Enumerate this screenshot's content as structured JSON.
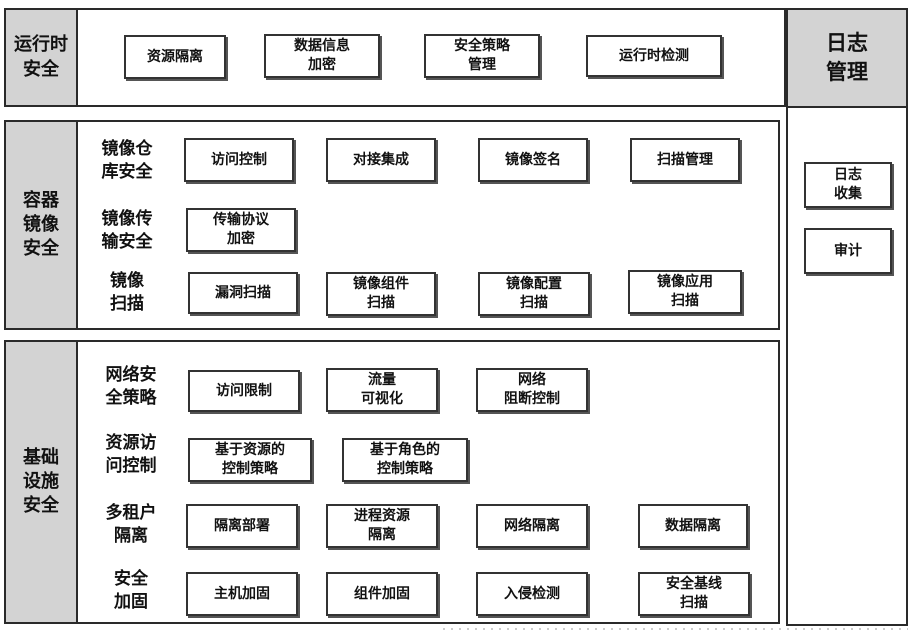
{
  "runtime": {
    "label": "运行时\n安全",
    "items": [
      "资源隔离",
      "数据信息\n加密",
      "安全策略\n管理",
      "运行时检测"
    ]
  },
  "container": {
    "label": "容器\n镜像\n安全",
    "groups": [
      {
        "label": "镜像仓\n库安全",
        "items": [
          "访问控制",
          "对接集成",
          "镜像签名",
          "扫描管理"
        ]
      },
      {
        "label": "镜像传\n输安全",
        "items": [
          "传输协议\n加密"
        ]
      },
      {
        "label": "镜像\n扫描",
        "items": [
          "漏洞扫描",
          "镜像组件\n扫描",
          "镜像配置\n扫描",
          "镜像应用\n扫描"
        ]
      }
    ]
  },
  "infra": {
    "label": "基础\n设施\n安全",
    "groups": [
      {
        "label": "网络安\n全策略",
        "items": [
          "访问限制",
          "流量\n可视化",
          "网络\n阻断控制"
        ]
      },
      {
        "label": "资源访\n问控制",
        "items": [
          "基于资源的\n控制策略",
          "基于角色的\n控制策略"
        ]
      },
      {
        "label": "多租户\n隔离",
        "items": [
          "隔离部署",
          "进程资源\n隔离",
          "网络隔离",
          "数据隔离"
        ]
      },
      {
        "label": "安全\n加固",
        "items": [
          "主机加固",
          "组件加固",
          "入侵检测",
          "安全基线\n扫描"
        ]
      }
    ]
  },
  "log": {
    "title": "日志\n管理",
    "items": [
      "日志\n收集",
      "审计"
    ]
  }
}
